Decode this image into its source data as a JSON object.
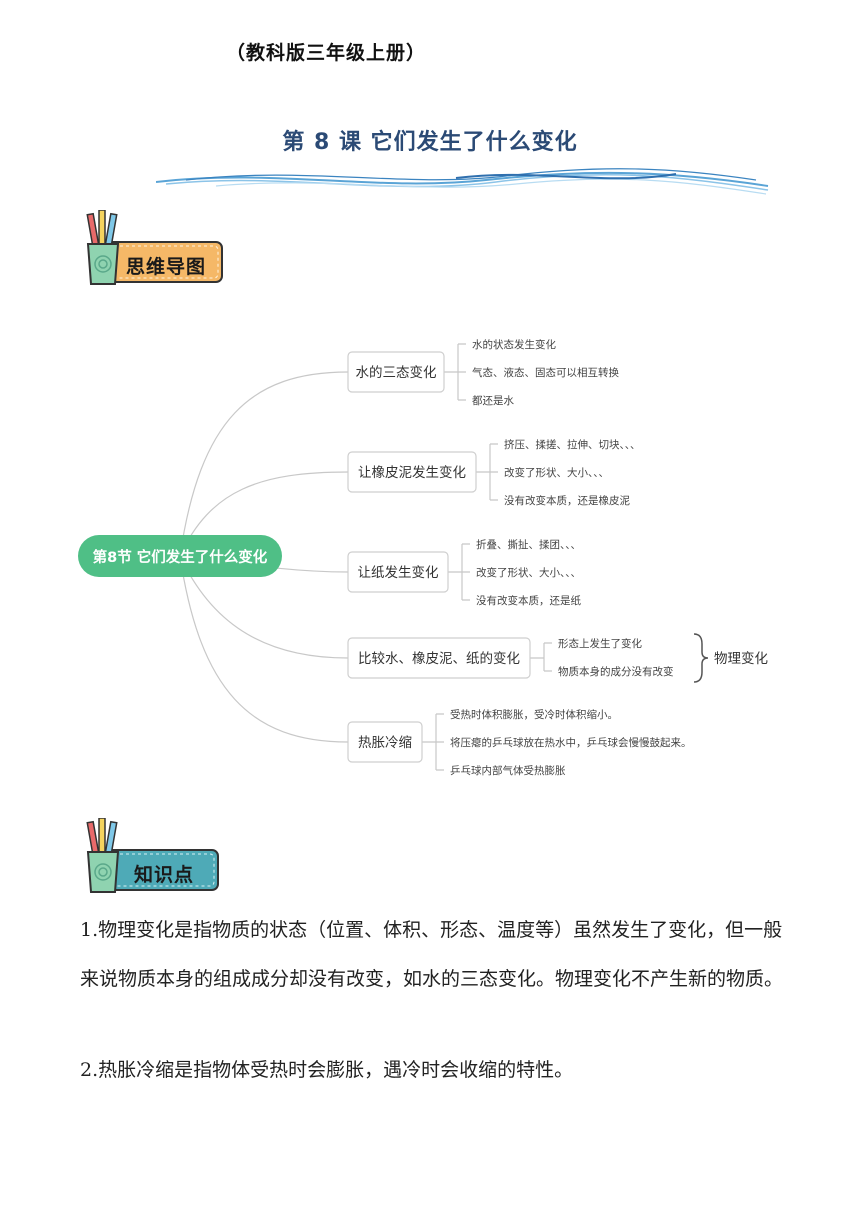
{
  "header": {
    "edition": "（教科版三年级上册）",
    "title": "第 8 课  它们发生了什么变化"
  },
  "sections": {
    "mindmap": {
      "label": "思维导图",
      "icon": "pencil-cup-icon"
    },
    "knowledge": {
      "label": "知识点",
      "icon": "pencil-cup-icon"
    }
  },
  "mindmap": {
    "root": "第8节 它们发生了什么变化",
    "branches": [
      {
        "label": "水的三态变化",
        "leaves": [
          "水的状态发生变化",
          "气态、液态、固态可以相互转换",
          "都还是水"
        ]
      },
      {
        "label": "让橡皮泥发生变化",
        "leaves": [
          "挤压、揉搓、拉伸、切块、、、",
          "改变了形状、大小、、、",
          "没有改变本质，还是橡皮泥"
        ]
      },
      {
        "label": "让纸发生变化",
        "leaves": [
          "折叠、撕扯、揉团、、、",
          "改变了形状、大小、、、",
          "没有改变本质，还是纸"
        ]
      },
      {
        "label": "比较水、橡皮泥、纸的变化",
        "leaves": [
          "形态上发生了变化",
          "物质本身的成分没有改变"
        ],
        "summary": "物理变化"
      },
      {
        "label": "热胀冷缩",
        "leaves": [
          "受热时体积膨胀，受冷时体积缩小。",
          "将压瘪的乒乓球放在热水中，乒乓球会慢慢鼓起来。",
          "乒乓球内部气体受热膨胀"
        ]
      }
    ]
  },
  "knowledge": {
    "p1": "1.物理变化是指物质的状态（位置、体积、形态、温度等）虽然发生了变化，但一般来说物质本身的组成成分却没有改变，如水的三态变化。物理变化不产生新的物质。",
    "p2": "2.热胀冷缩是指物体受热时会膨胀，遇冷时会收缩的特性。"
  },
  "colors": {
    "title": "#2b4a75",
    "root_fill": "#4fbf86",
    "badge_orange": "#f5b867",
    "badge_teal": "#4eaab7",
    "line": "#c8c8c8"
  }
}
